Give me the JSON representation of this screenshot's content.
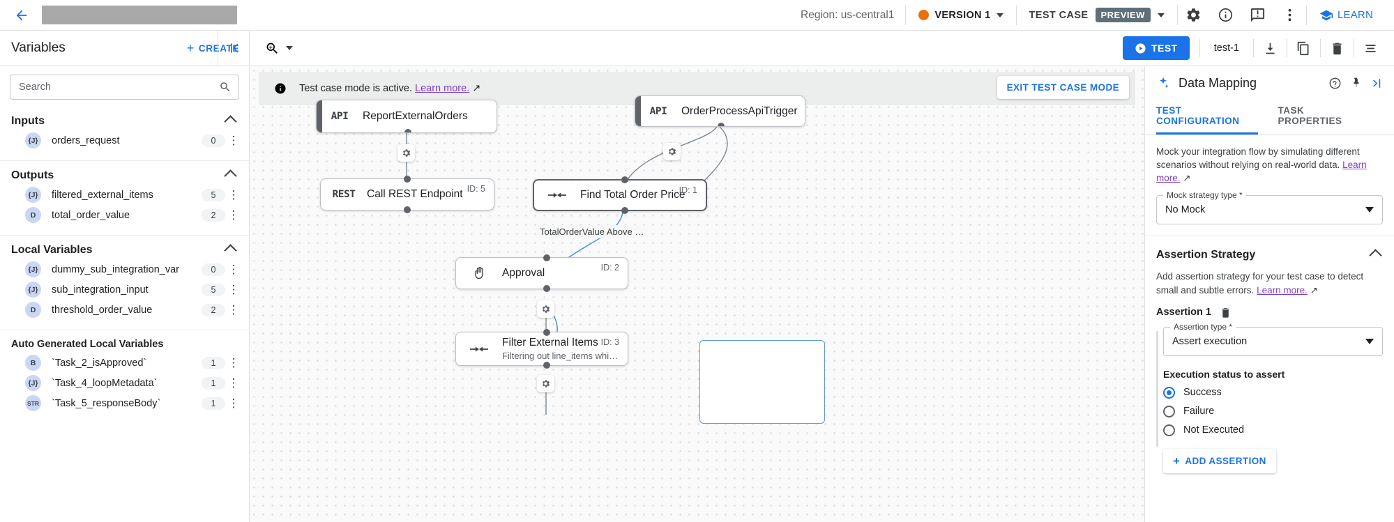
{
  "header": {
    "back_icon": "back-arrow-icon",
    "title_redacted": "",
    "region": "Region: us-central1",
    "version": "VERSION 1",
    "test_case_label": "TEST CASE",
    "preview_badge": "PREVIEW",
    "settings_icon": "gear-icon",
    "info_icon": "info-icon",
    "feedback_icon": "feedback-icon",
    "more_icon": "more-vert-icon",
    "learn_label": "LEARN",
    "accent_color": "#1a73e8",
    "version_dot_color": "#e8710a"
  },
  "toolbar": {
    "panel_title": "Variables",
    "create_label": "CREATE",
    "collapse_icon": "collapse-left-icon",
    "zoom_icon": "zoom-icon",
    "test_label": "TEST",
    "test_name": "test-1",
    "download_icon": "download-icon",
    "copy_icon": "copy-icon",
    "delete_icon": "trash-icon",
    "list_icon": "list-icon"
  },
  "sidebar": {
    "search_placeholder": "Search",
    "search_value": "",
    "search_icon": "search-icon",
    "filter_icon": "filter-icon",
    "sections": [
      {
        "title": "Inputs",
        "items": [
          {
            "type": "{J}",
            "name": "orders_request",
            "count": "0"
          }
        ]
      },
      {
        "title": "Outputs",
        "items": [
          {
            "type": "{J}",
            "name": "filtered_external_items",
            "count": "5"
          },
          {
            "type": "D",
            "name": "total_order_value",
            "count": "2"
          }
        ]
      },
      {
        "title": "Local Variables",
        "items": [
          {
            "type": "{J}",
            "name": "dummy_sub_integration_var",
            "count": "0"
          },
          {
            "type": "{J}",
            "name": "sub_integration_input",
            "count": "5"
          },
          {
            "type": "D",
            "name": "threshold_order_value",
            "count": "2"
          }
        ]
      },
      {
        "title": "Auto Generated Local Variables",
        "items": [
          {
            "type": "B",
            "name": "`Task_2_isApproved`",
            "count": "1"
          },
          {
            "type": "{J}",
            "name": "`Task_4_loopMetadata`",
            "count": "1"
          },
          {
            "type": "STR",
            "name": "`Task_5_responseBody`",
            "count": "1"
          }
        ]
      }
    ]
  },
  "canvas": {
    "banner_text": "Test case mode is active.",
    "banner_link": "Learn more.",
    "banner_info_icon": "info-filled-icon",
    "exit_label": "EXIT TEST CASE MODE",
    "nodes": [
      {
        "badge": "API",
        "title": "ReportExternalOrders",
        "sub": "",
        "id": ""
      },
      {
        "badge": "API",
        "title": "OrderProcessApiTrigger",
        "sub": "",
        "id": ""
      },
      {
        "badge": "REST",
        "title": "Call REST Endpoint",
        "sub": "",
        "id": "ID: 5"
      },
      {
        "badge": "map",
        "title": "Find Total Order Price",
        "sub": "",
        "id": "ID: 1"
      },
      {
        "badge": "hand",
        "title": "Approval",
        "sub": "",
        "id": "ID: 2"
      },
      {
        "badge": "map",
        "title": "Filter External Items",
        "sub": "Filtering out line_items whi…",
        "id": "ID: 3"
      }
    ],
    "edge_label": "TotalOrderValue Above …"
  },
  "right_panel": {
    "title": "Data Mapping",
    "title_icon": "data-mapping-icon",
    "help_icon": "help-icon",
    "pin_icon": "pin-icon",
    "collapse_icon": "collapse-right-icon",
    "tabs": [
      {
        "label": "TEST CONFIGURATION",
        "active": true
      },
      {
        "label": "TASK PROPERTIES",
        "active": false
      }
    ],
    "mock": {
      "description": "Mock your integration flow by simulating different scenarios without relying on real-world data.",
      "link": "Learn more.",
      "field_label": "Mock strategy type *",
      "field_value": "No Mock"
    },
    "assertion": {
      "section_title": "Assertion Strategy",
      "description": "Add assertion strategy for your test case to detect small and subtle errors.",
      "link": "Learn more.",
      "item_title": "Assertion 1",
      "delete_icon": "trash-icon",
      "type_label": "Assertion type *",
      "type_value": "Assert execution",
      "status_label": "Execution status to assert",
      "options": [
        {
          "label": "Success",
          "selected": true
        },
        {
          "label": "Failure",
          "selected": false
        },
        {
          "label": "Not Executed",
          "selected": false
        }
      ],
      "add_label": "ADD ASSERTION"
    }
  }
}
